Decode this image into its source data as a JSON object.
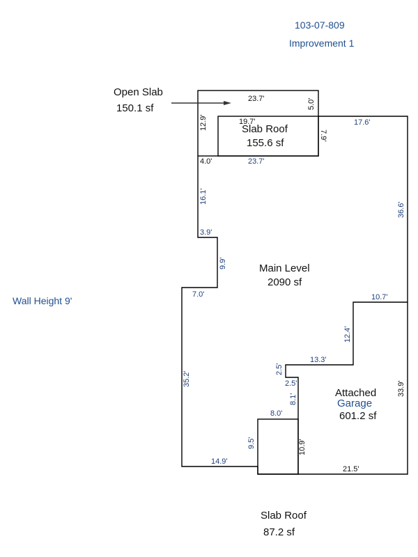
{
  "header": {
    "parcel_id": "103-07-809",
    "improvement": "Improvement 1"
  },
  "wall_height": "Wall Height 9'",
  "areas": {
    "open_slab": {
      "name": "Open Slab",
      "area": "150.1 sf"
    },
    "slab_roof_top": {
      "name": "Slab Roof",
      "area": "155.6 sf"
    },
    "main_level": {
      "name": "Main Level",
      "area": "2090 sf"
    },
    "garage": {
      "name1": "Attached",
      "name2": "Garage",
      "area": "601.2 sf"
    },
    "slab_roof_bottom": {
      "name": "Slab Roof",
      "area": "87.2 sf"
    }
  },
  "dimensions": {
    "open_slab_top": "23.7'",
    "open_slab_right": "5.0'",
    "open_slab_left": "12.9'",
    "slab_roof_top": "19.7'",
    "slab_roof_right": "7.9'",
    "main_bottom_of_slab": "23.7'",
    "main_left_step": "4.0'",
    "main_top_right": "17.6'",
    "main_left_upper": "16.1'",
    "main_right": "36.6'",
    "main_step_1": "3.9'",
    "main_step_1_vert": "9.9'",
    "main_step_2": "7.0'",
    "main_left_lower": "35.2'",
    "main_bottom_left": "14.9'",
    "garage_top": "10.7'",
    "garage_step_vert": "12.4'",
    "garage_step_horiz": "13.3'",
    "garage_small_vert": "2.5'",
    "garage_small_horiz": "2.5'",
    "garage_left_vert": "8.1'",
    "garage_right": "33.9'",
    "slab_bottom_top": "8.0'",
    "slab_bottom_left": "9.5'",
    "slab_bottom_right": "10.9'",
    "garage_bottom": "21.5'"
  },
  "colors": {
    "dimension_text": "#1f3f7a",
    "outline": "#000000"
  }
}
